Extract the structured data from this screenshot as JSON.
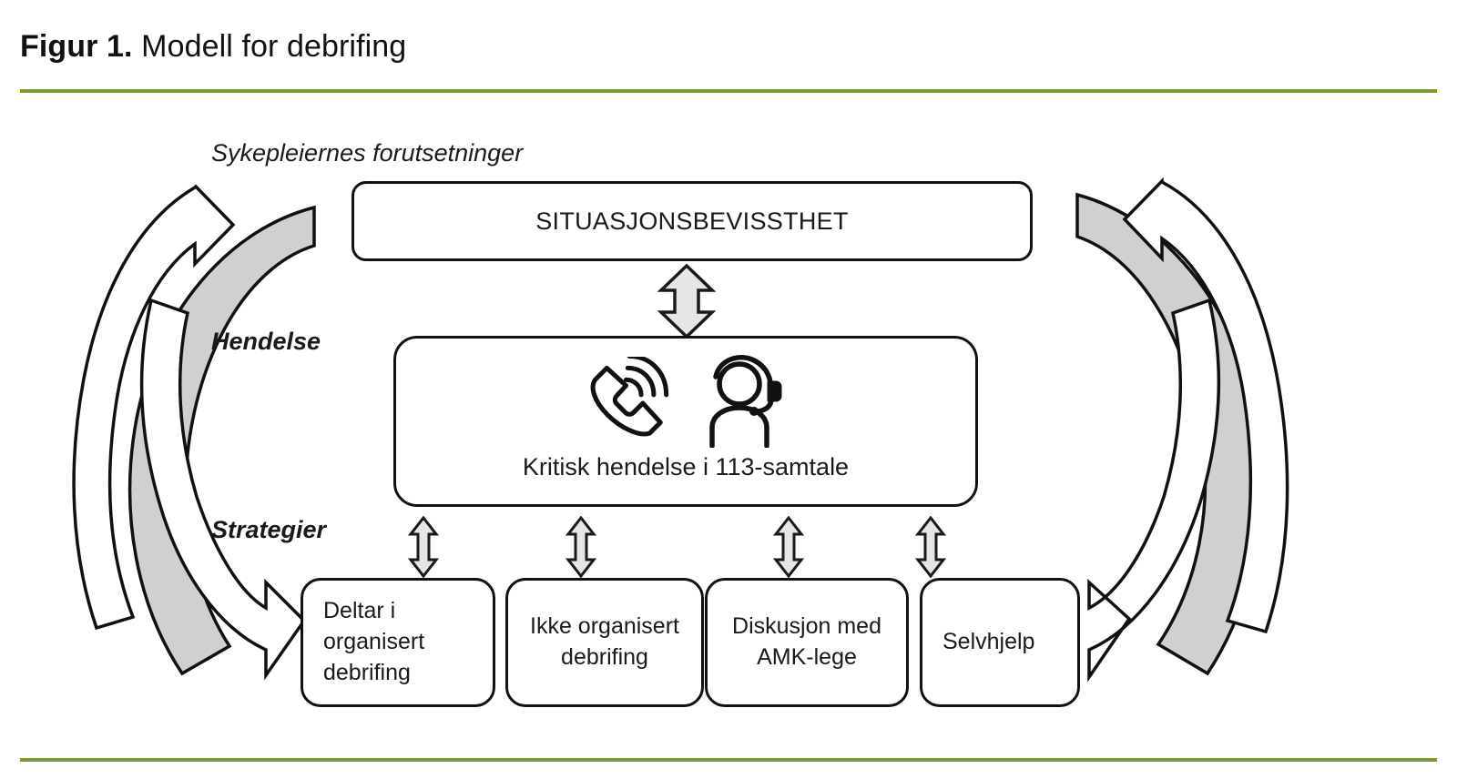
{
  "figure": {
    "label": "Figur 1.",
    "title": "Modell for debrifing",
    "rule_color": "#7d9b2f"
  },
  "stage_labels": {
    "forutsetninger": "Sykepleiernes forutsetninger",
    "hendelse": "Hendelse",
    "strategier": "Strategier"
  },
  "nodes": {
    "situasjonsbevissthet": "SITUASJONSBEVISSTHET",
    "hendelse": "Kritisk hendelse i 113-samtale"
  },
  "strategies": [
    {
      "label": "Deltar i organisert debrifing",
      "align": "left"
    },
    {
      "label": "Ikke organisert debrifing",
      "align": "center"
    },
    {
      "label": "Diskusjon med AMK-lege",
      "align": "center"
    },
    {
      "label": "Selvhjelp",
      "align": "left"
    }
  ],
  "icons": {
    "phone": "ringing-phone-icon",
    "operator": "headset-operator-icon"
  },
  "arrows": {
    "cycle_left": "curved-cycle-arrow-left",
    "cycle_right": "curved-cycle-arrow-right",
    "connector": "vertical-double-arrow",
    "fill_band": "#d0d0d0",
    "fill_connector": "#e6e6e6",
    "stroke": "#111111"
  }
}
